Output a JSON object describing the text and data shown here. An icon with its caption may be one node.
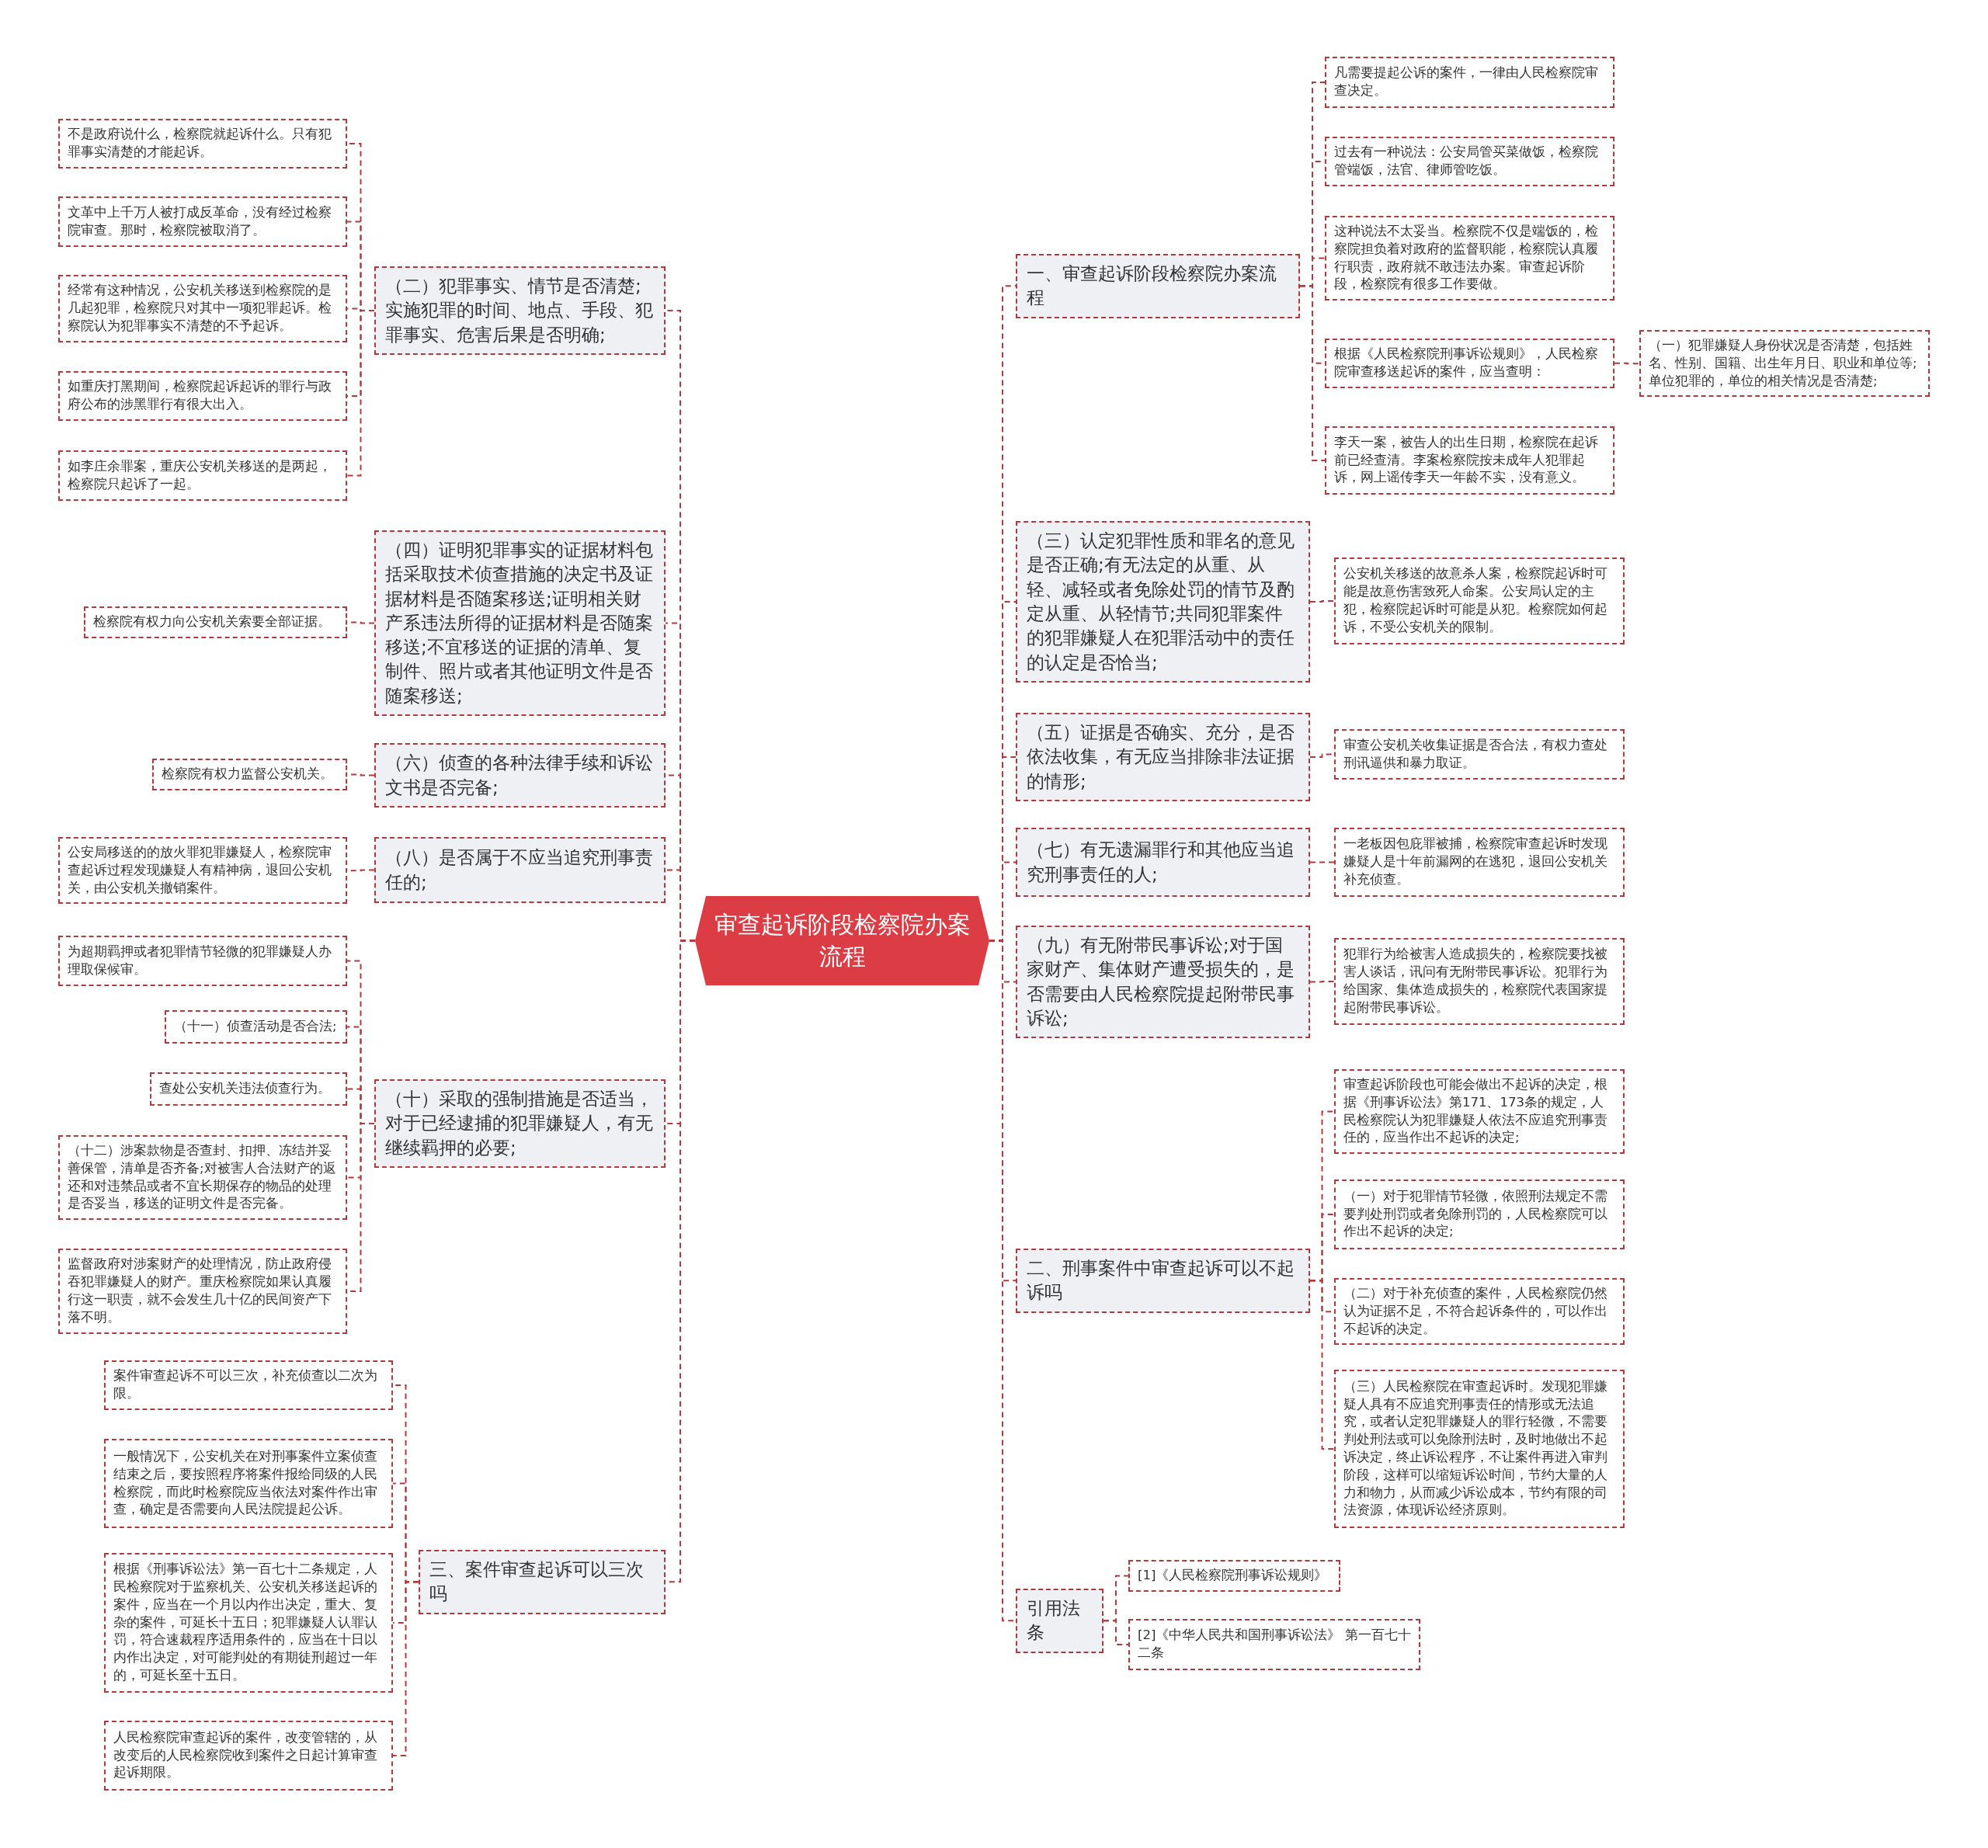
{
  "diagram": {
    "nodes": [
      {
        "text": [
          "审查起诉阶段检察院办案流程"
        ]
      },
      {
        "text": [
          "一、审查起诉阶段检察院办案流程"
        ]
      },
      {
        "text": [
          "凡需要提起公诉的案件，一律由人民检察院审查决定。"
        ]
      },
      {
        "text": [
          "过去有一种说法：公安局管买菜做饭，检察院管端饭，法官、律师管吃饭。"
        ]
      },
      {
        "text": [
          "这种说法不太妥当。检察院不仅是端饭的，检察院担负着对政府的监督职能，检察院认真履行职责，政府就不敢违法办案。审查起诉阶段，检察院有很多工作要做。"
        ]
      },
      {
        "text": [
          "根据《人民检察院刑事诉讼规则》，人民检察院审查移送起诉的案件，应当查明："
        ]
      },
      {
        "text": [
          "（一）犯罪嫌疑人身份状况是否清楚，包括姓名、性别、国籍、出生年月日、职业和单位等;单位犯罪的，单位的相关情况是否清楚;"
        ]
      },
      {
        "text": [
          "李天一案，被告人的出生日期，检察院在起诉前已经查清。李案检察院按未成年人犯罪起诉，网上谣传李天一年龄不实，没有意义。"
        ]
      },
      {
        "text": [
          "（三）认定犯罪性质和罪名的意见是否正确;有无法定的从重、从轻、减轻或者免除处罚的情节及酌定从重、从轻情节;共同犯罪案件的犯罪嫌疑人在犯罪活动中的责任的认定是否恰当;"
        ]
      },
      {
        "text": [
          "公安机关移送的故意杀人案，检察院起诉时可能是故意伤害致死人命案。公安局认定的主犯，检察院起诉时可能是从犯。检察院如何起诉，不受公安机关的限制。"
        ]
      },
      {
        "text": [
          "（五）证据是否确实、充分，是否依法收集，有无应当排除非法证据的情形;"
        ]
      },
      {
        "text": [
          "审查公安机关收集证据是否合法，有权力查处刑讯逼供和暴力取证。"
        ]
      },
      {
        "text": [
          "（七）有无遗漏罪行和其他应当追究刑事责任的人;"
        ]
      },
      {
        "text": [
          "一老板因包庇罪被捕，检察院审查起诉时发现嫌疑人是十年前漏网的在逃犯，退回公安机关补充侦查。"
        ]
      },
      {
        "text": [
          "（九）有无附带民事诉讼;对于国家财产、集体财产遭受损失的，是否需要由人民检察院提起附带民事诉讼;"
        ]
      },
      {
        "text": [
          "犯罪行为给被害人造成损失的，检察院要找被害人谈话，讯问有无附带民事诉讼。犯罪行为给国家、集体造成损失的，检察院代表国家提起附带民事诉讼。"
        ]
      },
      {
        "text": [
          "二、刑事案件中审查起诉可以不起诉吗"
        ]
      },
      {
        "text": [
          "审查起诉阶段也可能会做出不起诉的决定，根据《刑事诉讼法》第171、173条的规定，人民检察院认为犯罪嫌疑人依法不应追究刑事责任的，应当作出不起诉的决定;"
        ]
      },
      {
        "text": [
          "（一）对于犯罪情节轻微，依照刑法规定不需要判处刑罚或者免除刑罚的，人民检察院可以作出不起诉的决定;"
        ]
      },
      {
        "text": [
          "（二）对于补充侦查的案件，人民检察院仍然认为证据不足，不符合起诉条件的，可以作出不起诉的决定。"
        ]
      },
      {
        "text": [
          "（三）人民检察院在审查起诉时。发现犯罪嫌疑人具有不应追究刑事责任的情形或无法追究，或者认定犯罪嫌疑人的罪行轻微，不需要判处刑法或可以免除刑法时，及时地做出不起诉决定，终止诉讼程序，不让案件再进入审判阶段，这样可以缩短诉讼时间，节约大量的人力和物力，从而减少诉讼成本，节约有限的司法资源，体现诉讼经济原则。"
        ]
      },
      {
        "text": [
          "引用法条"
        ]
      },
      {
        "text": [
          "[1]《人民检察院刑事诉讼规则》"
        ]
      },
      {
        "text": [
          "[2]《中华人民共和国刑事诉讼法》 第一百七十二条"
        ]
      },
      {
        "text": [
          "（二）犯罪事实、情节是否清楚;实施犯罪的时间、地点、手段、犯罪事实、危害后果是否明确;"
        ]
      },
      {
        "text": [
          "不是政府说什么，检察院就起诉什么。只有犯罪事实清楚的才能起诉。"
        ]
      },
      {
        "text": [
          "文革中上千万人被打成反革命，没有经过检察院审查。那时，检察院被取消了。"
        ]
      },
      {
        "text": [
          "经常有这种情况，公安机关移送到检察院的是几起犯罪，检察院只对其中一项犯罪起诉。检察院认为犯罪事实不清楚的不予起诉。"
        ]
      },
      {
        "text": [
          "如重庆打黑期间，检察院起诉起诉的罪行与政府公布的涉黑罪行有很大出入。"
        ]
      },
      {
        "text": [
          "如李庄余罪案，重庆公安机关移送的是两起，检察院只起诉了一起。"
        ]
      },
      {
        "text": [
          "（四）证明犯罪事实的证据材料包括采取技术侦查措施的决定书及证据材料是否随案移送;证明相关财产系违法所得的证据材料是否随案移送;不宜移送的证据的清单、复制件、照片或者其他证明文件是否随案移送;"
        ]
      },
      {
        "text": [
          "检察院有权力向公安机关索要全部证据。"
        ]
      },
      {
        "text": [
          "（六）侦查的各种法律手续和诉讼文书是否完备;"
        ]
      },
      {
        "text": [
          "检察院有权力监督公安机关。"
        ]
      },
      {
        "text": [
          "（八）是否属于不应当追究刑事责任的;"
        ]
      },
      {
        "text": [
          "公安局移送的的放火罪犯罪嫌疑人，检察院审查起诉过程发现嫌疑人有精神病，退回公安机关，由公安机关撤销案件。"
        ]
      },
      {
        "text": [
          "（十）采取的强制措施是否适当，对于已经逮捕的犯罪嫌疑人，有无继续羁押的必要;"
        ]
      },
      {
        "text": [
          "为超期羁押或者犯罪情节轻微的犯罪嫌疑人办理取保候审。"
        ]
      },
      {
        "text": [
          "（十一）侦查活动是否合法;"
        ]
      },
      {
        "text": [
          "查处公安机关违法侦查行为。"
        ]
      },
      {
        "text": [
          "（十二）涉案款物是否查封、扣押、冻结并妥善保管，清单是否齐备;对被害人合法财产的返还和对违禁品或者不宜长期保存的物品的处理是否妥当，移送的证明文件是否完备。"
        ]
      },
      {
        "text": [
          "监督政府对涉案财产的处理情况，防止政府侵吞犯罪嫌疑人的财产。重庆检察院如果认真履行这一职责，就不会发生几十亿的民间资产下落不明。"
        ]
      },
      {
        "text": [
          "三、案件审查起诉可以三次吗"
        ]
      },
      {
        "text": [
          "案件审查起诉不可以三次，补充侦查以二次为限。"
        ]
      },
      {
        "text": [
          "一般情况下，公安机关在对刑事案件立案侦查结束之后，要按照程序将案件报给同级的人民检察院，而此时检察院应当依法对案件作出审查，确定是否需要向人民法院提起公诉。"
        ]
      },
      {
        "text": [
          "根据《刑事诉讼法》第一百七十二条规定，人民检察院对于监察机关、公安机关移送起诉的案件，应当在一个月以内作出决定，重大、复杂的案件，可延长十五日；犯罪嫌疑人认罪认罚，符合速裁程序适用条件的，应当在十日以内作出决定，对可能判处的有期徒刑超过一年的，可延长至十五日。"
        ]
      },
      {
        "text": [
          "人民检察院审查起诉的案件，改变管辖的，从改变后的人民检察院收到案件之日起计算审查起诉期限。"
        ]
      }
    ],
    "edges": [
      {
        "from": 0,
        "to": 1,
        "arrow": "none"
      },
      {
        "from": 0,
        "to": 8,
        "arrow": "none"
      },
      {
        "from": 0,
        "to": 10,
        "arrow": "none"
      },
      {
        "from": 0,
        "to": 12,
        "arrow": "none"
      },
      {
        "from": 0,
        "to": 14,
        "arrow": "none"
      },
      {
        "from": 0,
        "to": 16,
        "arrow": "none"
      },
      {
        "from": 0,
        "to": 21,
        "arrow": "none"
      },
      {
        "from": 0,
        "to": 24,
        "arrow": "none"
      },
      {
        "from": 0,
        "to": 30,
        "arrow": "none"
      },
      {
        "from": 0,
        "to": 32,
        "arrow": "none"
      },
      {
        "from": 0,
        "to": 34,
        "arrow": "none"
      },
      {
        "from": 0,
        "to": 36,
        "arrow": "none"
      },
      {
        "from": 0,
        "to": 42,
        "arrow": "none"
      },
      {
        "from": 1,
        "to": 2,
        "arrow": "none"
      },
      {
        "from": 1,
        "to": 3,
        "arrow": "none"
      },
      {
        "from": 1,
        "to": 4,
        "arrow": "none"
      },
      {
        "from": 1,
        "to": 5,
        "arrow": "none"
      },
      {
        "from": 1,
        "to": 7,
        "arrow": "none"
      },
      {
        "from": 5,
        "to": 6,
        "arrow": "none"
      },
      {
        "from": 8,
        "to": 9,
        "arrow": "none"
      },
      {
        "from": 10,
        "to": 11,
        "arrow": "none"
      },
      {
        "from": 12,
        "to": 13,
        "arrow": "none"
      },
      {
        "from": 14,
        "to": 15,
        "arrow": "none"
      },
      {
        "from": 16,
        "to": 17,
        "arrow": "none"
      },
      {
        "from": 16,
        "to": 18,
        "arrow": "none"
      },
      {
        "from": 16,
        "to": 19,
        "arrow": "none"
      },
      {
        "from": 16,
        "to": 20,
        "arrow": "none"
      },
      {
        "from": 21,
        "to": 22,
        "arrow": "none"
      },
      {
        "from": 21,
        "to": 23,
        "arrow": "none"
      },
      {
        "from": 24,
        "to": 25,
        "arrow": "none"
      },
      {
        "from": 24,
        "to": 26,
        "arrow": "none"
      },
      {
        "from": 24,
        "to": 27,
        "arrow": "none"
      },
      {
        "from": 24,
        "to": 28,
        "arrow": "none"
      },
      {
        "from": 24,
        "to": 29,
        "arrow": "none"
      },
      {
        "from": 30,
        "to": 31,
        "arrow": "none"
      },
      {
        "from": 32,
        "to": 33,
        "arrow": "none"
      },
      {
        "from": 34,
        "to": 35,
        "arrow": "none"
      },
      {
        "from": 36,
        "to": 37,
        "arrow": "none"
      },
      {
        "from": 36,
        "to": 38,
        "arrow": "none"
      },
      {
        "from": 36,
        "to": 39,
        "arrow": "none"
      },
      {
        "from": 36,
        "to": 40,
        "arrow": "none"
      },
      {
        "from": 36,
        "to": 41,
        "arrow": "none"
      },
      {
        "from": 42,
        "to": 43,
        "arrow": "none"
      },
      {
        "from": 42,
        "to": 44,
        "arrow": "none"
      },
      {
        "from": 42,
        "to": 45,
        "arrow": "none"
      },
      {
        "from": 42,
        "to": 46,
        "arrow": "none"
      }
    ]
  }
}
